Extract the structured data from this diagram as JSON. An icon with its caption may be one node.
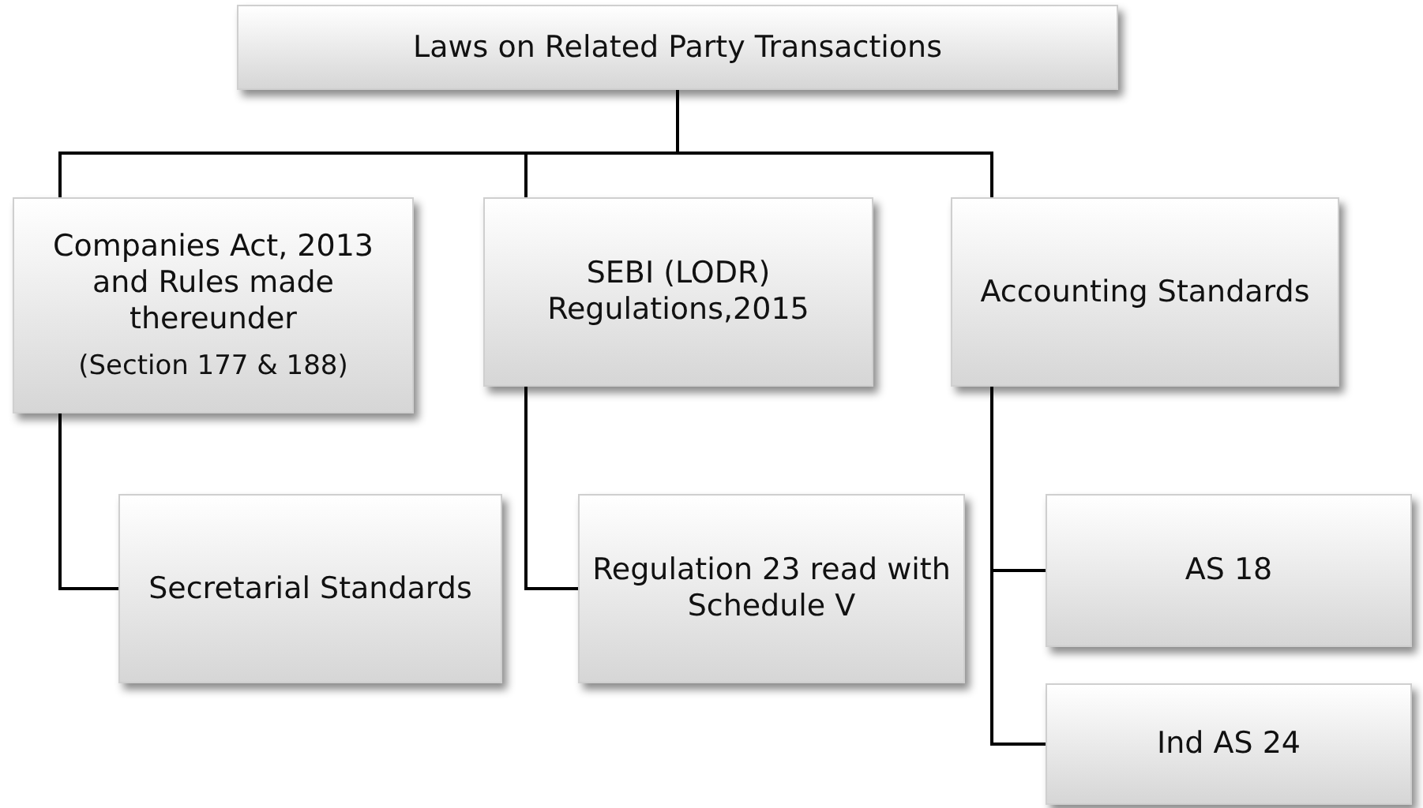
{
  "diagram": {
    "nodes": [
      {
        "text": [
          "Laws on Related Party Transactions"
        ]
      },
      {
        "text": [
          "Companies Act, 2013 and Rules made thereunder",
          "(Section 177 & 188)"
        ]
      },
      {
        "text": [
          "SEBI (LODR) Regulations,2015"
        ]
      },
      {
        "text": [
          "Accounting Standards"
        ]
      },
      {
        "text": [
          "Secretarial Standards"
        ]
      },
      {
        "text": [
          "Regulation 23 read with Schedule V"
        ]
      },
      {
        "text": [
          "AS 18"
        ]
      },
      {
        "text": [
          "Ind AS 24"
        ]
      }
    ],
    "edges": [
      {
        "from": 0,
        "to": 1,
        "arrow": "none"
      },
      {
        "from": 0,
        "to": 2,
        "arrow": "none"
      },
      {
        "from": 0,
        "to": 3,
        "arrow": "none"
      },
      {
        "from": 1,
        "to": 4,
        "arrow": "none"
      },
      {
        "from": 2,
        "to": 5,
        "arrow": "none"
      },
      {
        "from": 3,
        "to": 6,
        "arrow": "none"
      },
      {
        "from": 3,
        "to": 7,
        "arrow": "none"
      }
    ]
  }
}
